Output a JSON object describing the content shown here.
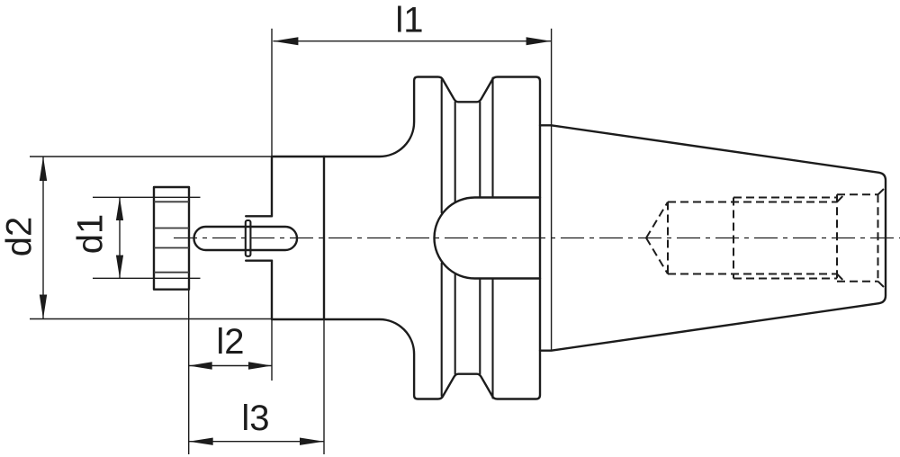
{
  "page": {
    "background": "#ffffff",
    "ink": "#1c1c1c"
  },
  "drawing": {
    "kind": "technical-dimension-drawing",
    "subject": "Shell mill arbor with steep-taper shank, side elevation with hidden thread lines",
    "labels": {
      "l1": "l1",
      "l2": "l2",
      "l3": "l3",
      "d1": "d1",
      "d2": "d2"
    }
  }
}
